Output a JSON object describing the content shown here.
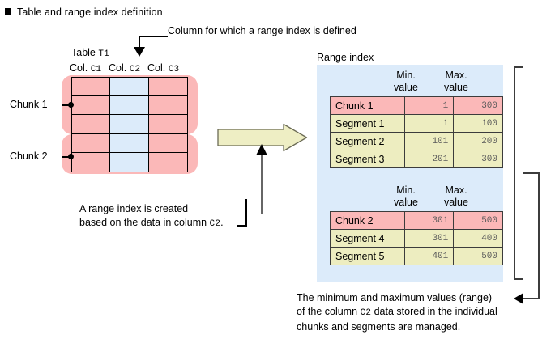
{
  "heading": "Table and range index definition",
  "left_diagram": {
    "table_caption_prefix": "Table ",
    "table_name": "T1",
    "columns": [
      {
        "prefix": "Col. ",
        "name": "C1",
        "type": "data"
      },
      {
        "prefix": "Col. ",
        "name": "C2",
        "type": "indexed"
      },
      {
        "prefix": "Col. ",
        "name": "C3",
        "type": "data"
      }
    ],
    "chunks": [
      {
        "label": "Chunk 1",
        "rows": 3
      },
      {
        "label": "Chunk 2",
        "rows": 2
      }
    ],
    "total_rows": 5,
    "caption_lines": [
      "A range index is created",
      "based on the data in column C2."
    ],
    "caption_line2_prefix": "based on the data in column ",
    "caption_line2_mono": "C2",
    "caption_line2_suffix": "."
  },
  "top_annotation": "Column for which a range index is defined",
  "range_index": {
    "caption": "Range index",
    "headers": {
      "min": [
        "Min.",
        "value"
      ],
      "max": [
        "Max.",
        "value"
      ]
    },
    "tables": [
      {
        "rows": [
          {
            "name": "Chunk 1",
            "min": "1",
            "max": "300",
            "kind": "chunk"
          },
          {
            "name": "Segment 1",
            "min": "1",
            "max": "100",
            "kind": "segment"
          },
          {
            "name": "Segment 2",
            "min": "101",
            "max": "200",
            "kind": "segment"
          },
          {
            "name": "Segment 3",
            "min": "201",
            "max": "300",
            "kind": "segment"
          }
        ]
      },
      {
        "rows": [
          {
            "name": "Chunk 2",
            "min": "301",
            "max": "500",
            "kind": "chunk"
          },
          {
            "name": "Segment 4",
            "min": "301",
            "max": "400",
            "kind": "segment"
          },
          {
            "name": "Segment 5",
            "min": "401",
            "max": "500",
            "kind": "segment"
          }
        ]
      }
    ]
  },
  "bottom_caption": {
    "line1": "The minimum and maximum values (range)",
    "line2_prefix": "of the column ",
    "line2_mono": "C2",
    "line2_suffix": " data stored in the individual",
    "line3": "chunks and segments are managed."
  },
  "colors": {
    "chunk_pink": "#fbb8b8",
    "indexed_blue": "#dcebfa",
    "segment_yellow": "#ededc0",
    "panel_blue": "#dcebfa",
    "arrow_yellow": "#eeeec4",
    "line_gray": "#3c3c3c"
  }
}
